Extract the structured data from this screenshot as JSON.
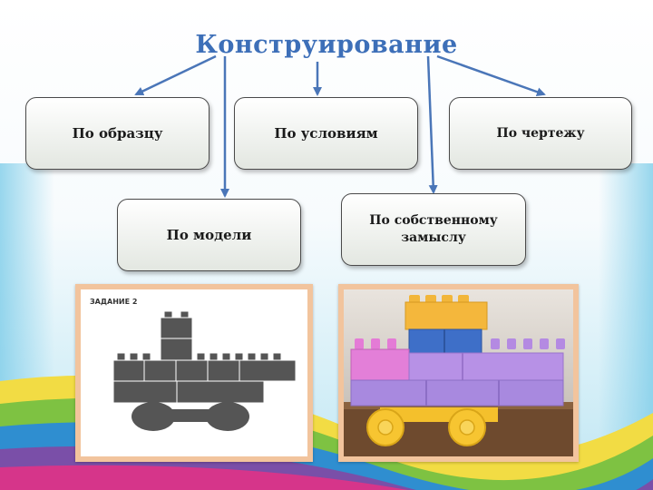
{
  "title": "Конструирование",
  "boxes": {
    "by_sample": "По образцу",
    "by_conditions": "По условиям",
    "by_drawing": "По чертежу",
    "by_model": "По модели",
    "by_own_idea": "По собственному замыслу"
  },
  "task_image": {
    "label": "ЗАДАНИЕ 2"
  },
  "colors": {
    "title": "#3d6fb8",
    "arrow": "#4a76b8",
    "photo_frame": "#f2c49d",
    "brick_gray": "#555555"
  }
}
